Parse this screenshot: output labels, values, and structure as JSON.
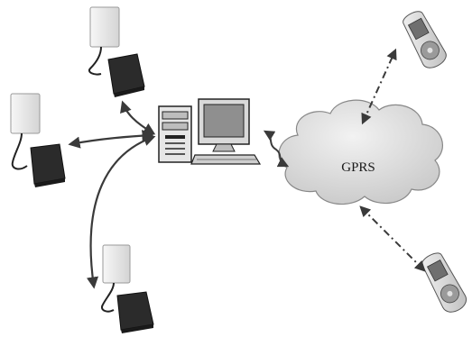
{
  "cloud": {
    "label": "GPRS"
  },
  "nodes": {
    "readers": [
      "rfid-reader-top",
      "rfid-reader-left",
      "rfid-reader-bottom"
    ],
    "server": "computer",
    "phones": [
      "mobile-phone-top",
      "mobile-phone-bottom"
    ]
  },
  "colors": {
    "background": "#ffffff",
    "cloud_fill": "#dcdcdc",
    "reader_dark": "#2b2b2b",
    "antenna_light": "#e9e9e9",
    "line": "#3a3a3a"
  }
}
